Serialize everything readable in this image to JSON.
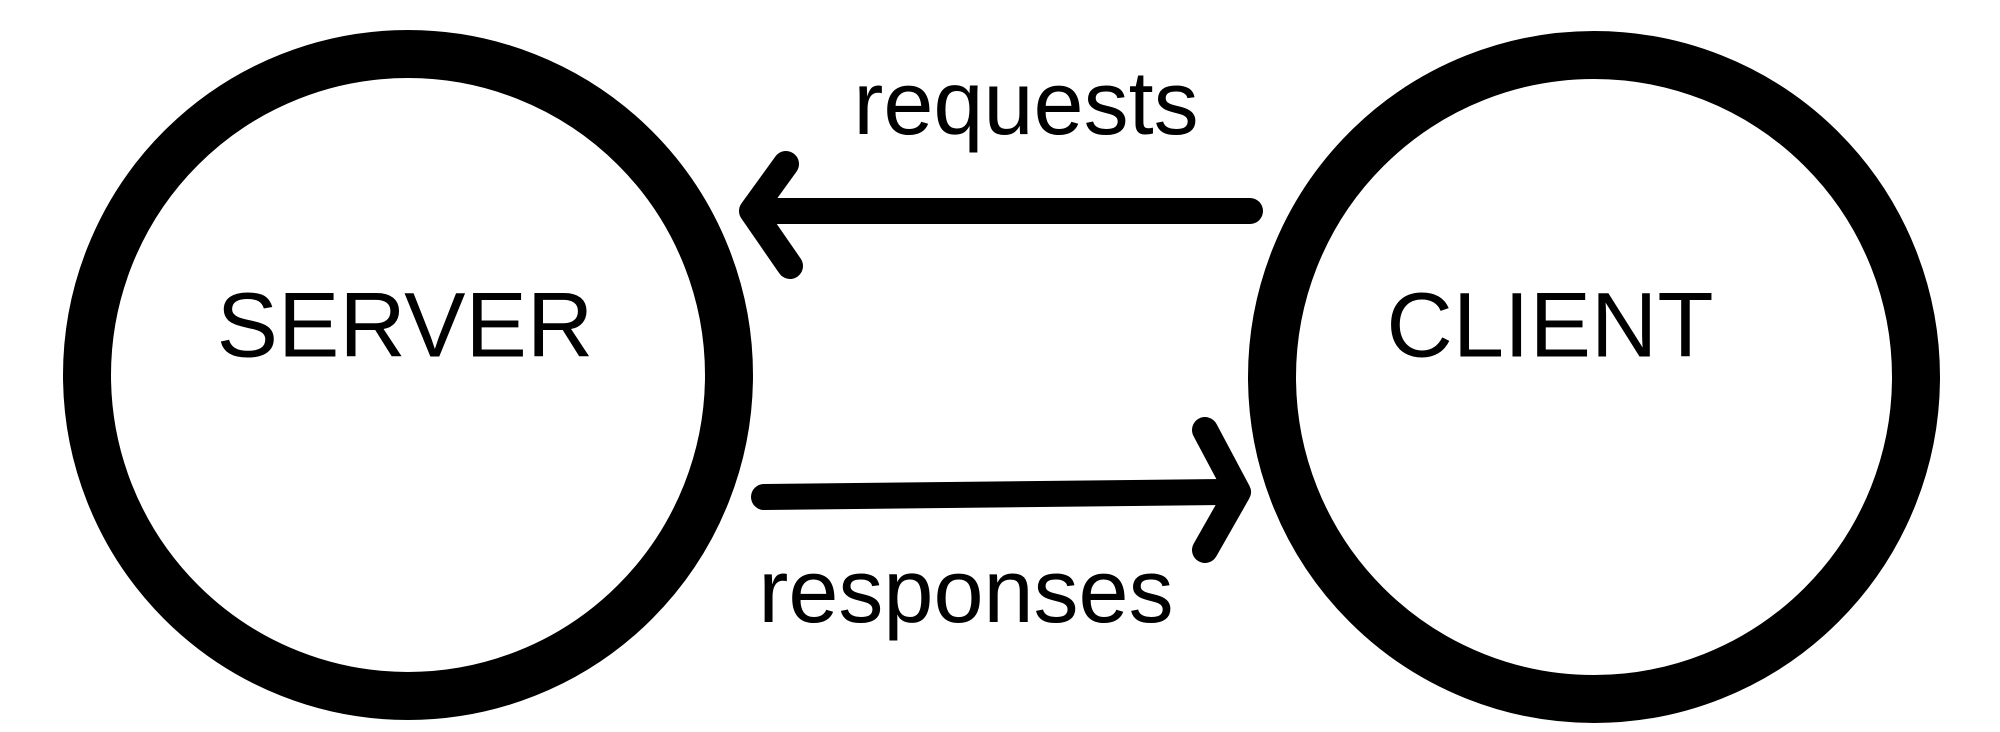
{
  "diagram": {
    "nodes": {
      "server": {
        "label": "SERVER"
      },
      "client": {
        "label": "CLIENT"
      }
    },
    "edges": {
      "requests": {
        "label": "requests",
        "from": "CLIENT",
        "to": "SERVER"
      },
      "responses": {
        "label": "responses",
        "from": "SERVER",
        "to": "CLIENT"
      }
    }
  },
  "colors": {
    "stroke": "#000000",
    "text": "#000000",
    "background": "#ffffff"
  }
}
